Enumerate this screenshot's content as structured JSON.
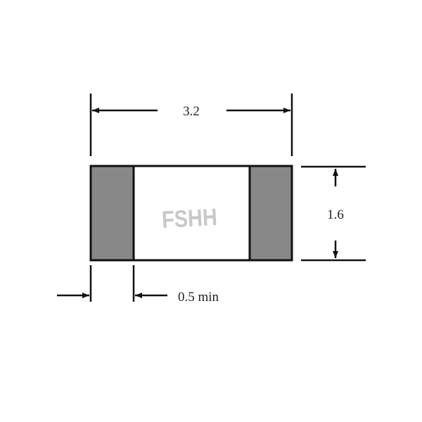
{
  "diagram": {
    "type": "chip-component-dimension-drawing",
    "component": {
      "watermark": "FSHH",
      "body_color": "#ffffff",
      "terminal_color": "#888888",
      "outline_color": "#111111"
    },
    "dimensions": {
      "length": {
        "label": "3.2"
      },
      "width": {
        "label": "1.6"
      },
      "terminal": {
        "label": "0.5 min"
      }
    }
  }
}
